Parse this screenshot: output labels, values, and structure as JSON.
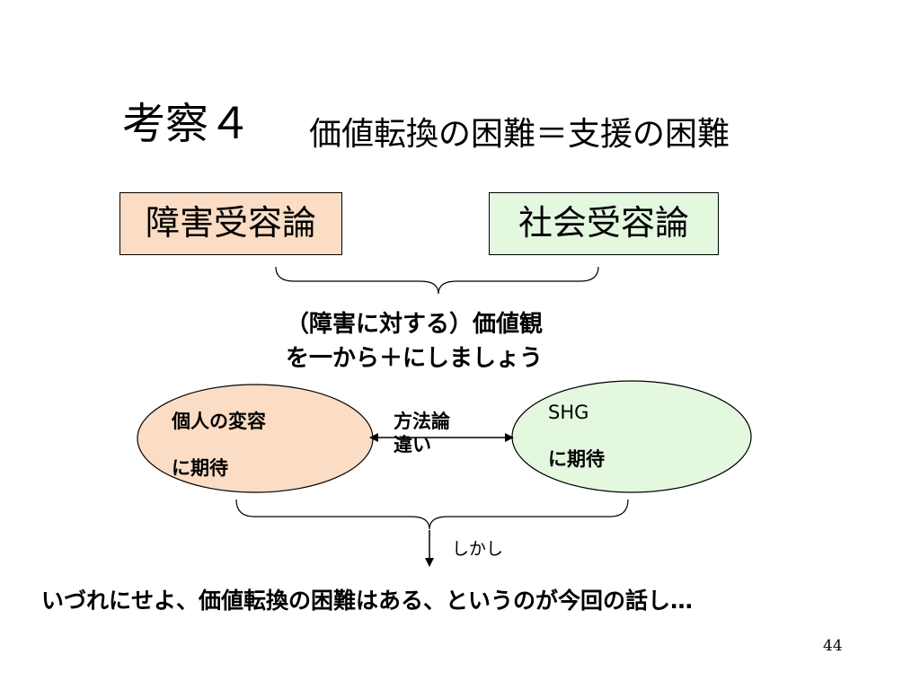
{
  "slide": {
    "title": {
      "main": "考察４",
      "sub": "価値転換の困難＝支援の困難"
    },
    "boxes": [
      {
        "label": "障害受容論",
        "color": "#fbdcc4"
      },
      {
        "label": "社会受容論",
        "color": "#e3f8df"
      }
    ],
    "value_text": {
      "line1": "（障害に対する）価値観",
      "line2": "を一から＋にしましょう"
    },
    "ellipses": [
      {
        "line1": "個人の変容",
        "line2": "に期待",
        "color": "#fbdcc4"
      },
      {
        "line1": "SHG",
        "line2": "に期待",
        "color": "#e3f8df"
      }
    ],
    "arrow_label": {
      "line1": "方法論",
      "line2": "違い"
    },
    "however_label": "しかし",
    "conclusion": "いづれにせよ、価値転換の困難はある、というのが今回の話し…",
    "page_number": "44"
  }
}
